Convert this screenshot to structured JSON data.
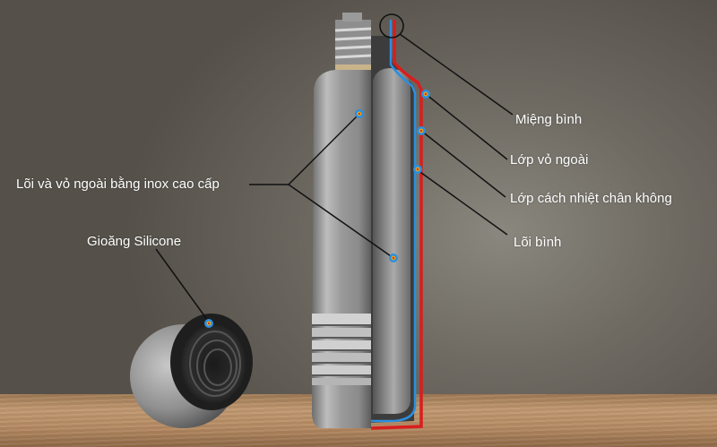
{
  "diagram": {
    "subject": "Vacuum insulated stainless steel bottle cross-section",
    "labels": {
      "mouth": "Miệng bình",
      "outer_shell": "Lớp vỏ ngoài",
      "vacuum_layer": "Lớp cách nhiệt chân không",
      "inner_core": "Lõi bình",
      "stainless": "Lõi và vỏ ngoài bằng inox cao cấp",
      "gasket": "Gioăng Silicone"
    },
    "colors": {
      "inner_wall_line": "#2a8fe0",
      "outer_wall_line": "#d81e1e",
      "marker_ring": "#2a8fe0",
      "marker_center": "#e8a020",
      "leader_line": "#111111",
      "label_text": "#ffffff"
    }
  }
}
